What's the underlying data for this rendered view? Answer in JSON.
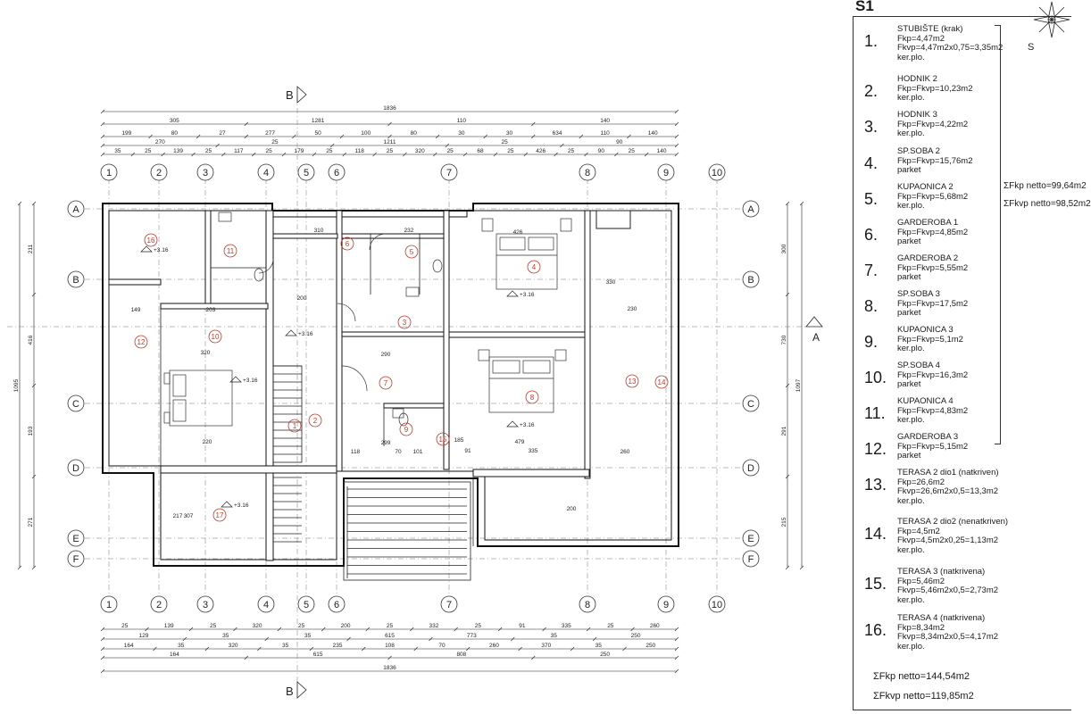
{
  "sheet": {
    "section_label": "S1",
    "section_marker": "B",
    "axis_marker": "A",
    "compass_letter": "S"
  },
  "grid": {
    "columns": [
      "1",
      "2",
      "3",
      "4",
      "5",
      "6",
      "7",
      "8",
      "9",
      "10"
    ],
    "rows": [
      "A",
      "B",
      "C",
      "D",
      "E",
      "F"
    ]
  },
  "dimensions": {
    "top_total": "1836",
    "top_row2": [
      "305",
      "1281",
      "110",
      "140"
    ],
    "top_row3": [
      "199",
      "80",
      "27",
      "277",
      "50",
      "100",
      "80",
      "30",
      "30",
      "634",
      "110",
      "140"
    ],
    "top_row4": [
      "270",
      "25",
      "1211",
      "25",
      "90"
    ],
    "top_row5": [
      "35",
      "25",
      "139",
      "25",
      "117",
      "25",
      "179",
      "25",
      "118",
      "25",
      "320",
      "25",
      "68",
      "25",
      "426",
      "25",
      "90",
      "25",
      "140"
    ],
    "bottom_row1": [
      "25",
      "139",
      "25",
      "320",
      "25",
      "200",
      "25",
      "332",
      "25",
      "91",
      "335",
      "25",
      "260"
    ],
    "bottom_row2": [
      "129",
      "35",
      "35",
      "615",
      "773",
      "35",
      "250"
    ],
    "bottom_row3": [
      "164",
      "35",
      "320",
      "35",
      "235",
      "108",
      "70",
      "260",
      "370",
      "35",
      "250"
    ],
    "bottom_row4": [
      "164",
      "615",
      "808",
      "250"
    ],
    "bottom_total": "1836",
    "left_total": "1095",
    "left_parts": [
      "211",
      "416",
      "193",
      "271"
    ],
    "right_total": "1097",
    "right_parts": [
      "300",
      "730",
      "291",
      "215"
    ]
  },
  "room_labels": [
    "1",
    "2",
    "3",
    "4",
    "5",
    "6",
    "7",
    "8",
    "9",
    "10",
    "11",
    "12",
    "13",
    "14",
    "15",
    "16",
    "17"
  ],
  "inner_dims": [
    "310",
    "232",
    "426",
    "330",
    "230",
    "149",
    "203",
    "290",
    "299",
    "479",
    "200",
    "220",
    "320",
    "335",
    "217",
    "307",
    "260",
    "200",
    "118",
    "70",
    "101",
    "185",
    "91"
  ],
  "level_marks": [
    "+3.16",
    "+3.16",
    "+3.16",
    "+3.16",
    "+3.16",
    "+3.16"
  ],
  "legend": {
    "items": [
      {
        "num": "1.",
        "lines": [
          "STUBIŠTE (krak)",
          "Fkp=4,47m2",
          "Fkvp=4,47m2x0,75=3,35m2",
          "ker.plo."
        ]
      },
      {
        "num": "2.",
        "lines": [
          "HODNIK 2",
          "Fkp=Fkvp=10,23m2",
          "ker.plo."
        ]
      },
      {
        "num": "3.",
        "lines": [
          "HODNIK 3",
          "Fkp=Fkvp=4,22m2",
          "ker.plo."
        ]
      },
      {
        "num": "4.",
        "lines": [
          "SP.SOBA 2",
          "Fkp=Fkvp=15,76m2",
          "parket"
        ]
      },
      {
        "num": "5.",
        "lines": [
          "KUPAONICA 2",
          "Fkp=Fkvp=5,68m2",
          "ker.plo."
        ]
      },
      {
        "num": "6.",
        "lines": [
          "GARDEROBA 1",
          "Fkp=Fkvp=4,85m2",
          "parket"
        ]
      },
      {
        "num": "7.",
        "lines": [
          "GARDEROBA 2",
          "Fkp=Fkvp=5,55m2",
          "parket"
        ]
      },
      {
        "num": "8.",
        "lines": [
          "SP.SOBA 3",
          "Fkp=Fkvp=17,5m2",
          "parket"
        ]
      },
      {
        "num": "9.",
        "lines": [
          "KUPAONICA 3",
          "Fkp=Fkvp=5,1m2",
          "ker.plo."
        ]
      },
      {
        "num": "10.",
        "lines": [
          "SP.SOBA 4",
          "Fkp=Fkvp=16,3m2",
          "parket"
        ]
      },
      {
        "num": "11.",
        "lines": [
          "KUPAONICA 4",
          "Fkp=Fkvp=4,83m2",
          "ker.plo."
        ]
      },
      {
        "num": "12.",
        "lines": [
          "GARDEROBA 3",
          "Fkp=Fkvp=5,15m2",
          "parket"
        ]
      },
      {
        "num": "13.",
        "lines": [
          "TERASA 2 dio1 (natkriven)",
          "Fkp=26,6m2",
          "Fkvp=26,6m2x0,5=13,3m2",
          "ker.plo."
        ]
      },
      {
        "num": "14.",
        "lines": [
          "TERASA 2 dio2 (nenatkriven)",
          "Fkp=4,5m2",
          "Fkvp=4,5m2x0,25=1,13m2",
          "ker.plo."
        ]
      },
      {
        "num": "15.",
        "lines": [
          "TERASA 3 (natkrivena)",
          "Fkp=5,46m2",
          "Fkvp=5,46m2x0,5=2,73m2",
          "ker.plo."
        ]
      },
      {
        "num": "16.",
        "lines": [
          "TERASA 4 (natkrivena)",
          "Fkp=8,34m2",
          "Fkvp=8,34m2x0,5=4,17m2",
          "ker.plo."
        ]
      }
    ],
    "side_total_1": "ΣFkp netto=99,64m2",
    "side_total_2": "ΣFkvp netto=98,52m2",
    "total_1": "ΣFkp netto=144,54m2",
    "total_2": "ΣFkvp netto=119,85m2"
  },
  "colors": {
    "line": "#1a1a1a",
    "label": "#c0392b",
    "grid": "#555555"
  }
}
